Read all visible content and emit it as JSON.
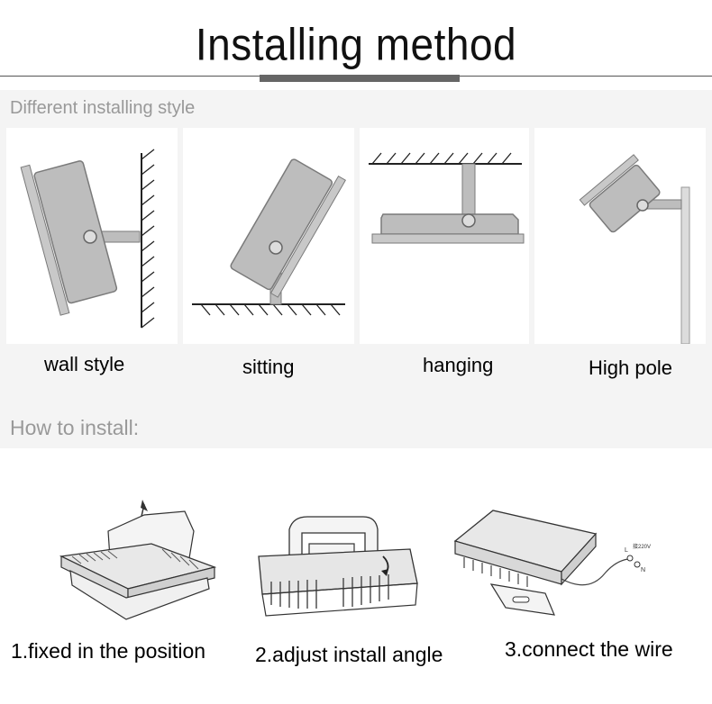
{
  "header": {
    "title": "Installing method"
  },
  "sections": {
    "styles_label": "Different installing style",
    "how_label": "How to install:"
  },
  "styles": [
    {
      "label": "wall style",
      "icon": "wall-mount-icon"
    },
    {
      "label": "sitting",
      "icon": "floor-mount-icon"
    },
    {
      "label": "hanging",
      "icon": "ceiling-hanging-icon"
    },
    {
      "label": "High pole",
      "icon": "pole-mount-icon"
    }
  ],
  "steps": [
    {
      "label": "1.fixed in the position",
      "icon": "fixing-floodlight-icon"
    },
    {
      "label": "2.adjust install angle",
      "icon": "angle-adjust-icon"
    },
    {
      "label": "3.connect the wire",
      "icon": "wire-connect-icon",
      "wire_labels": [
        "L",
        "N",
        "接220V"
      ]
    }
  ],
  "colors": {
    "lamp_fill": "#bdbdbd",
    "lamp_stroke": "#7a7a7a",
    "panel_bg": "#ffffff",
    "page_bg": "#f4f4f4",
    "label_gray": "#999999"
  }
}
